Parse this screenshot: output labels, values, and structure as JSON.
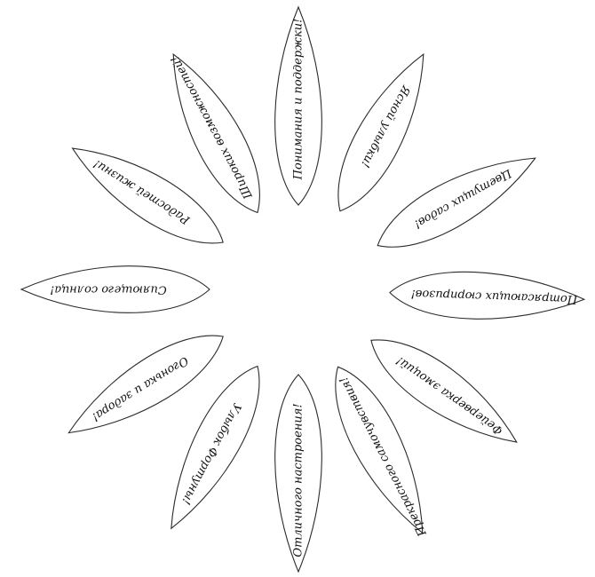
{
  "petals": [
    {
      "text": "Понимания и поддержки!"
    },
    {
      "text": "Ясной улыбки!"
    },
    {
      "text": "Цветущих садов!"
    },
    {
      "text": "Потрясающих сюрпризов!"
    },
    {
      "text": "Фейерверка эмоций!"
    },
    {
      "text": "Прекрасного самочувствия!"
    },
    {
      "text": "Отличного настроения!"
    },
    {
      "text": "Улыбок Фортуны!"
    },
    {
      "text": "Огонька и задора!"
    },
    {
      "text": "Сияющего солнца!"
    },
    {
      "text": "Радостей жизни!"
    },
    {
      "text": "Широких возможностей!"
    }
  ],
  "colors": {
    "outline": "#2b2b2b",
    "text": "#111111",
    "background": "#ffffff"
  }
}
